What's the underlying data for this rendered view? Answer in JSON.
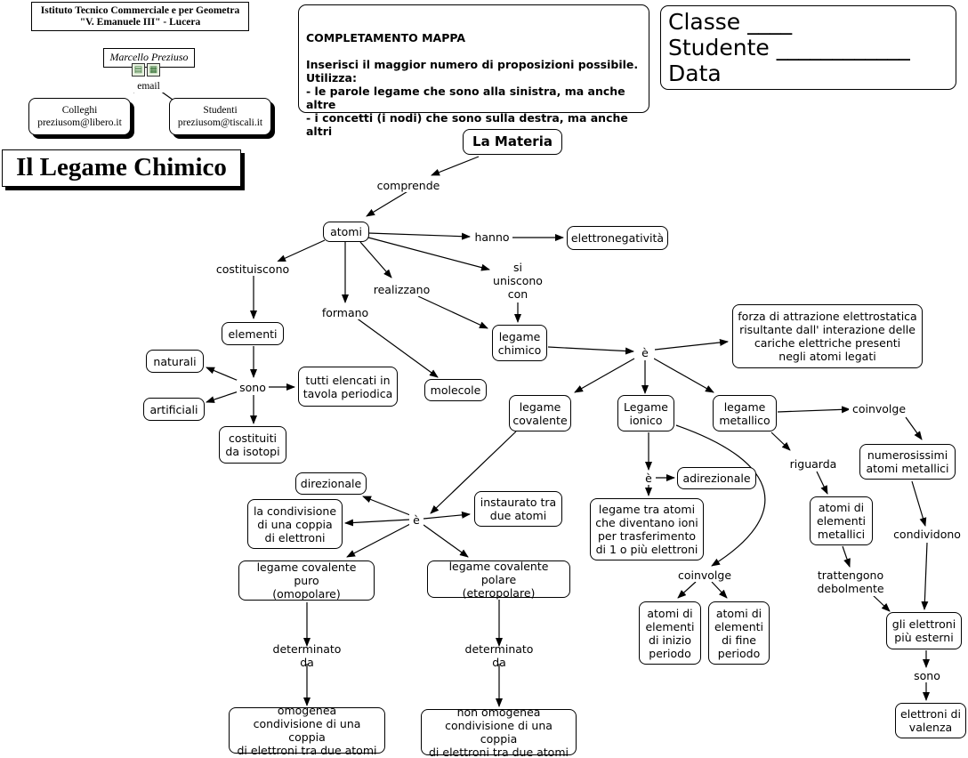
{
  "header": {
    "school": "Istituto Tecnico Commerciale e per Geometra\n\"V. Emanuele III\" - Lucera",
    "author": "Marcello Preziuso",
    "email_label": "email",
    "colleghi": "Colleghi\npreziusom@libero.it",
    "studenti": "Studenti\npreziusom@tiscali.it",
    "title": "Il Legame Chimico"
  },
  "instructions": {
    "heading": "COMPLETAMENTO MAPPA",
    "body": "Inserisci il maggior numero di proposizioni possibile.\nUtilizza:\n- le parole legame che sono alla sinistra, ma anche altre\n- i concetti (i nodi) che sono sulla destra, ma anche altri"
  },
  "student_box": {
    "text": "Classe ____\nStudente ____________\nData"
  },
  "concepts": {
    "materia": "La Materia",
    "atomi": "atomi",
    "elettronegativita": "elettronegatività",
    "elementi": "elementi",
    "naturali": "naturali",
    "artificiali": "artificiali",
    "tavola": "tutti elencati in\ntavola periodica",
    "isotopi": "costituiti\nda isotopi",
    "molecole": "molecole",
    "legame_chimico": "legame\nchimico",
    "forza": "forza di attrazione elettrostatica\nrisultante dall' interazione delle\ncariche elettriche presenti\nnegli atomi legati",
    "covalente": "legame\ncovalente",
    "ionico": "Legame\nionico",
    "metallico": "legame\nmetallico",
    "direzionale": "direzionale",
    "condivisione": "la condivisione\ndi una coppia\ndi elettroni",
    "instaurato": "instaurato tra\ndue atomi",
    "puro": "legame covalente puro\n(omopolare)",
    "polare": "legame covalente polare\n(eteropolare)",
    "omogenea": "omogenea\ncondivisione di una coppia\ndi elettroni tra due atomi",
    "non_omogenea": "non omogenea\ncondivisione di una coppia\ndi elettroni tra due atomi",
    "adirezionale": "adirezionale",
    "ioni": "legame tra atomi\nche diventano ioni\nper trasferimento\ndi 1 o più elettroni",
    "inizio": "atomi di\nelementi\ndi inizio\nperiodo",
    "fine": "atomi di\nelementi\ndi fine\nperiodo",
    "numerosissimi": "numerosissimi\natomi metallici",
    "atomi_metallici": "atomi di\nelementi\nmetallici",
    "esterni": "gli elettroni\npiù esterni",
    "valenza": "elettroni di\nvalenza"
  },
  "linking_words": {
    "comprende": "comprende",
    "hanno": "hanno",
    "costituiscono": "costituiscono",
    "formano": "formano",
    "realizzano": "realizzano",
    "si_uniscono": "si\nuniscono\ncon",
    "sono_elementi": "sono",
    "e_legame": "è",
    "e_covalente": "è",
    "e_ionico": "è",
    "determinato_puro": "determinato da",
    "determinato_polare": "determinato da",
    "coinvolge_ionico": "coinvolge",
    "coinvolge_metallico": "coinvolge",
    "riguarda": "riguarda",
    "condividono": "condividono",
    "trattengono": "trattengono\ndebolmente",
    "sono_esterni": "sono"
  },
  "icons": [
    "book-icon",
    "film-icon"
  ]
}
